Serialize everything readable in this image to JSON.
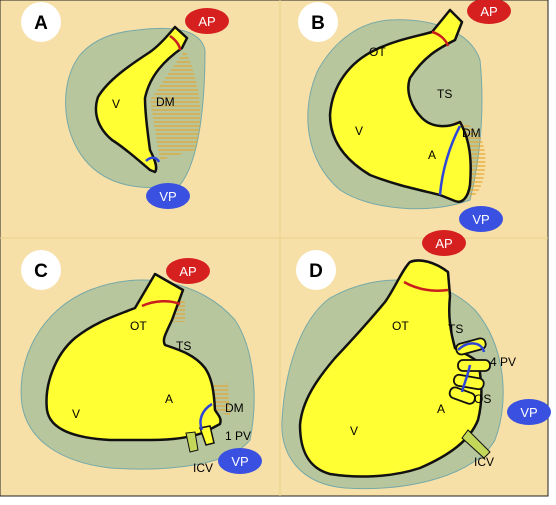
{
  "colors": {
    "background": "#f7e0a8",
    "mesoderm": "#b8c69d",
    "mesoderm_stroke": "#76a9a8",
    "heart": "#ffff33",
    "outline": "#111111",
    "dorsal_mesocardium": "#e3a62f",
    "ap_pole": "#c81e1e",
    "vp_pole": "#2f46d8",
    "ap_badge": "#d62020",
    "vp_badge": "#3a50e0",
    "panel_badge": "#ffffff"
  },
  "panels": [
    {
      "id": "A",
      "label": "A",
      "ap_label": "AP",
      "vp_label": "VP",
      "regions": {
        "V": "V",
        "DM": "DM"
      }
    },
    {
      "id": "B",
      "label": "B",
      "ap_label": "AP",
      "vp_label": "VP",
      "regions": {
        "OT": "OT",
        "TS": "TS",
        "V": "V",
        "A": "A",
        "DM": "DM"
      }
    },
    {
      "id": "C",
      "label": "C",
      "ap_label": "AP",
      "vp_label": "VP",
      "regions": {
        "OT": "OT",
        "TS": "TS",
        "V": "V",
        "A": "A",
        "DM": "DM",
        "PV": "1 PV",
        "ICV": "ICV"
      }
    },
    {
      "id": "D",
      "label": "D",
      "ap_label": "AP",
      "vp_label": "VP",
      "regions": {
        "OT": "OT",
        "TS": "TS",
        "V": "V",
        "A": "A",
        "OS": "OS",
        "PV": "4 PV",
        "ICV": "ICV"
      }
    }
  ]
}
